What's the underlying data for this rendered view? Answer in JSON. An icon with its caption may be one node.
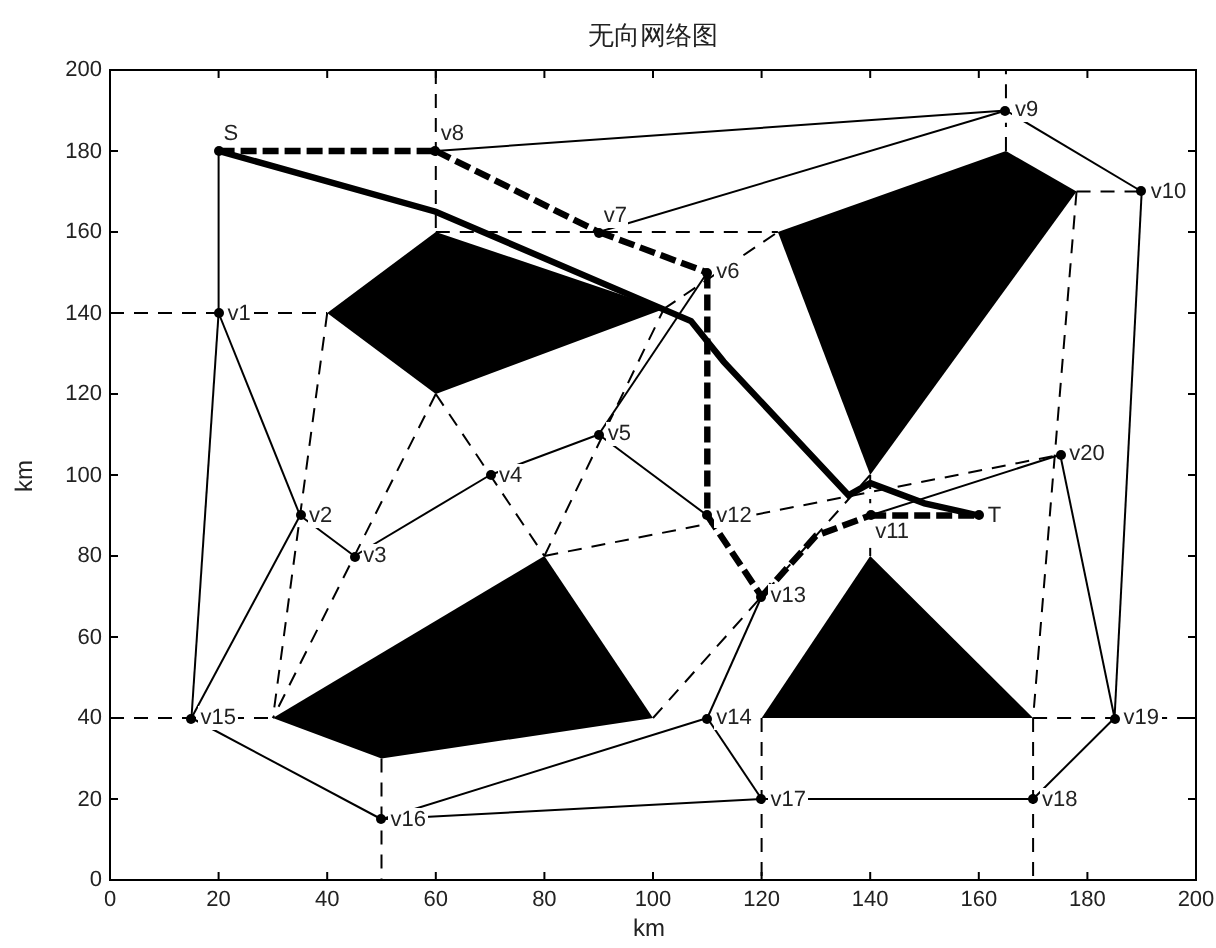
{
  "diagram": {
    "title": "无向网络图",
    "nodes": [
      {
        "text": [
          "S"
        ]
      },
      {
        "text": [
          "v8"
        ]
      },
      {
        "text": [
          "v9"
        ]
      },
      {
        "text": [
          "v10"
        ]
      },
      {
        "text": [
          "v7"
        ]
      },
      {
        "text": [
          "v6"
        ]
      },
      {
        "text": [
          "v1"
        ]
      },
      {
        "text": [
          "v5"
        ]
      },
      {
        "text": [
          "v20"
        ]
      },
      {
        "text": [
          "v4"
        ]
      },
      {
        "text": [
          "v2"
        ]
      },
      {
        "text": [
          "v12"
        ]
      },
      {
        "text": [
          "v11"
        ]
      },
      {
        "text": [
          "T"
        ]
      },
      {
        "text": [
          "v3"
        ]
      },
      {
        "text": [
          "v13"
        ]
      },
      {
        "text": [
          "v15"
        ]
      },
      {
        "text": [
          "v14"
        ]
      },
      {
        "text": [
          "v19"
        ]
      },
      {
        "text": [
          "v16"
        ]
      },
      {
        "text": [
          "v17"
        ]
      },
      {
        "text": [
          "v18"
        ]
      }
    ],
    "edges": [
      {
        "from": 0,
        "to": 6,
        "arrow": "none"
      },
      {
        "from": 1,
        "to": 2,
        "arrow": "none"
      },
      {
        "from": 4,
        "to": 2,
        "arrow": "none"
      },
      {
        "from": 2,
        "to": 3,
        "arrow": "none"
      },
      {
        "from": 3,
        "to": 18,
        "arrow": "none"
      },
      {
        "from": 6,
        "to": 16,
        "arrow": "none"
      },
      {
        "from": 6,
        "to": 10,
        "arrow": "none"
      },
      {
        "from": 10,
        "to": 14,
        "arrow": "none"
      },
      {
        "from": 14,
        "to": 9,
        "arrow": "none"
      },
      {
        "from": 9,
        "to": 7,
        "arrow": "none"
      },
      {
        "from": 10,
        "to": 16,
        "arrow": "none"
      },
      {
        "from": 7,
        "to": 5,
        "arrow": "none"
      },
      {
        "from": 7,
        "to": 11,
        "arrow": "none"
      },
      {
        "from": 15,
        "to": 17,
        "arrow": "none"
      },
      {
        "from": 16,
        "to": 19,
        "arrow": "none"
      },
      {
        "from": 19,
        "to": 17,
        "arrow": "none"
      },
      {
        "from": 19,
        "to": 20,
        "arrow": "none"
      },
      {
        "from": 17,
        "to": 20,
        "arrow": "none"
      },
      {
        "from": 20,
        "to": 21,
        "arrow": "none"
      },
      {
        "from": 21,
        "to": 18,
        "arrow": "none"
      },
      {
        "from": 18,
        "to": 8,
        "arrow": "none"
      },
      {
        "from": 8,
        "to": 12,
        "arrow": "none"
      },
      {
        "from": 0,
        "to": 13,
        "arrow": "none",
        "style": "thick"
      },
      {
        "from": 0,
        "to": 1,
        "arrow": "none",
        "style": "dashed"
      },
      {
        "from": 1,
        "to": 4,
        "arrow": "none",
        "style": "dashed"
      },
      {
        "from": 4,
        "to": 5,
        "arrow": "none",
        "style": "dashed"
      },
      {
        "from": 5,
        "to": 11,
        "arrow": "none",
        "style": "dashed"
      },
      {
        "from": 11,
        "to": 15,
        "arrow": "none",
        "style": "dashed"
      },
      {
        "from": 15,
        "to": 12,
        "arrow": "none",
        "style": "dashed"
      },
      {
        "from": 12,
        "to": 13,
        "arrow": "none",
        "style": "dashed"
      }
    ],
    "labels": [
      "200",
      "180",
      "160",
      "140",
      "120",
      "100",
      "80",
      "60",
      "40",
      "20",
      "0",
      "km",
      "0",
      "20",
      "40",
      "60",
      "80",
      "100",
      "120",
      "140",
      "160",
      "180",
      "200",
      "km"
    ]
  }
}
